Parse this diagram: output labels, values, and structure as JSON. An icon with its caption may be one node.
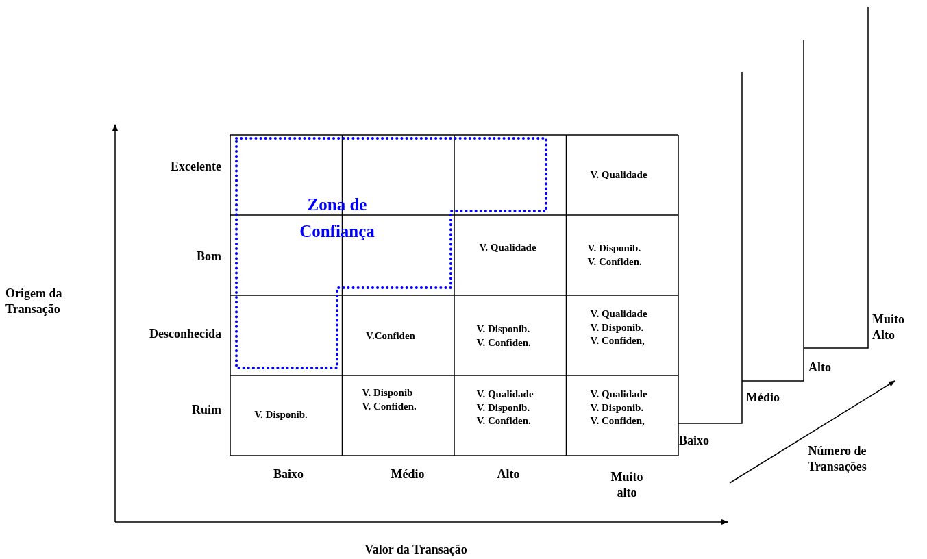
{
  "diagram": {
    "nodes": [
      {
        "text": [
          "Zona de Confiança"
        ]
      }
    ],
    "labels": [
      "Excelente",
      "V. Qualidade",
      "Bom",
      "V. Qualidade",
      "V. Disponib. V. Confiden.",
      "Origem da Transação",
      "Muito Alto",
      "Desconhecida",
      "V.Confiden",
      "V. Disponib. V. Confiden.",
      "V. Qualidade V. Disponib. V. Confiden,",
      "Alto",
      "Médio",
      "Ruim",
      "V. Disponib.",
      "V. Disponib V. Confiden.",
      "V. Qualidade V. Disponib. V. Confiden.",
      "V. Qualidade V. Disponib. V. Confiden,",
      "Baixo",
      "Número de Transações",
      "Baixo",
      "Médio",
      "Alto",
      "Muito alto",
      "Valor da Transação"
    ]
  }
}
